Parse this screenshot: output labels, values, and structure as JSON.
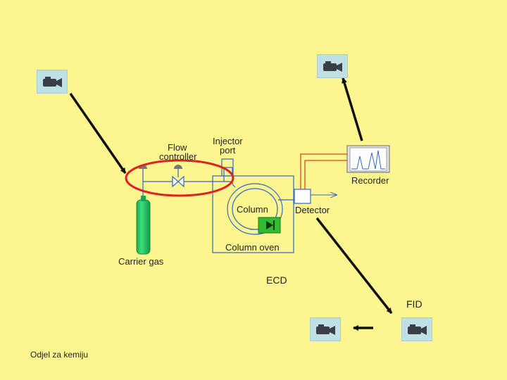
{
  "diagram": {
    "labels": {
      "flow_controller_line1": "Flow",
      "flow_controller_line2": "controller",
      "injector_port_line1": "Injector",
      "injector_port_line2": "port",
      "recorder": "Recorder",
      "column": "Column",
      "detector": "Detector",
      "column_oven": "Column oven",
      "carrier_gas": "Carrier gas"
    },
    "detector_types": {
      "ecd": "ECD",
      "fid": "FID"
    }
  },
  "media_buttons": [
    {
      "icon": "video-camera-icon"
    },
    {
      "icon": "video-camera-icon"
    },
    {
      "icon": "video-camera-icon"
    },
    {
      "icon": "video-camera-icon"
    }
  ],
  "footer": {
    "text": "Odjel za kemiju"
  },
  "colors": {
    "background": "#fdf58f",
    "tank": "#22cc66",
    "highlight_ellipse": "#dd2222",
    "signal_wire": "#dd4422",
    "media_button": "#bfe0e4",
    "play_button": "#33bb33"
  }
}
